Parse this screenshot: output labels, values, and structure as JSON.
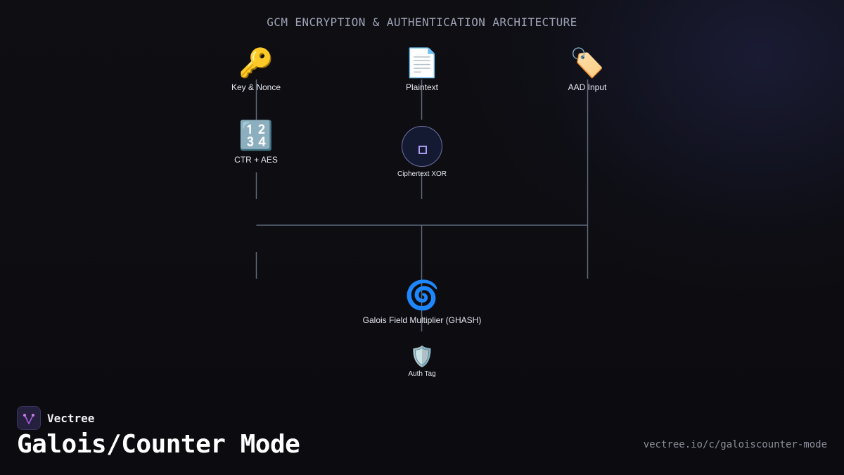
{
  "diagram": {
    "title": "GCM ENCRYPTION & AUTHENTICATION ARCHITECTURE",
    "nodes": {
      "key_nonce": {
        "label": "Key & Nonce",
        "icon": "key-icon",
        "glyph": "🔑"
      },
      "plaintext": {
        "label": "Plaintext",
        "icon": "document-icon",
        "glyph": "📄"
      },
      "aad_input": {
        "label": "AAD Input",
        "icon": "tag-icon",
        "glyph": "🏷️"
      },
      "ctr_aes": {
        "label": "CTR + AES",
        "icon": "numbers-icon",
        "glyph": "🔢"
      },
      "ciphertext_xor": {
        "label": "Ciphertext XOR",
        "icon": "xor-square-icon"
      },
      "ghash": {
        "label": "Galois Field Multiplier (GHASH)",
        "icon": "cyclone-icon",
        "glyph": "🌀"
      },
      "auth_tag": {
        "label": "Auth Tag",
        "icon": "shield-icon",
        "glyph": "🛡️"
      }
    },
    "colors": {
      "wire": "#5f6879",
      "xor_fill": "#151a33",
      "xor_accent": "#a99cf0"
    }
  },
  "brand": {
    "name": "Vectree",
    "icon": "vectree-logo-icon"
  },
  "page": {
    "title": "Galois/Counter Mode",
    "url": "vectree.io/c/galoiscounter-mode"
  }
}
